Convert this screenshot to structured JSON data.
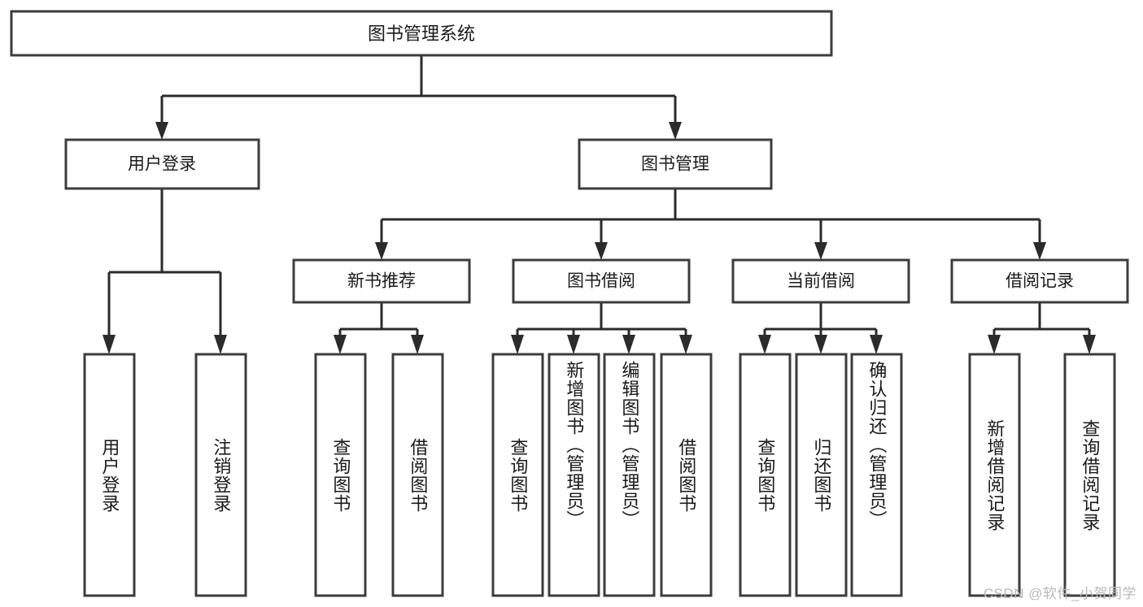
{
  "diagram": {
    "title": "图书管理系统",
    "type": "tree-hierarchy-diagram",
    "root": {
      "id": "root",
      "label": "图书管理系统"
    },
    "level2": [
      {
        "id": "user-login",
        "label": "用户登录"
      },
      {
        "id": "book-management",
        "label": "图书管理"
      }
    ],
    "level3": [
      {
        "id": "new-book-recommend",
        "label": "新书推荐",
        "parent": "book-management"
      },
      {
        "id": "book-borrow",
        "label": "图书借阅",
        "parent": "book-management"
      },
      {
        "id": "current-borrow",
        "label": "当前借阅",
        "parent": "book-management"
      },
      {
        "id": "borrow-record",
        "label": "借阅记录",
        "parent": "book-management"
      }
    ],
    "leaves": [
      {
        "id": "leaf-user-login",
        "label": "用户登录",
        "parent": "user-login"
      },
      {
        "id": "leaf-logout-login",
        "label": "注销登录",
        "parent": "user-login"
      },
      {
        "id": "leaf-query-book-1",
        "label": "查询图书",
        "parent": "new-book-recommend"
      },
      {
        "id": "leaf-borrow-book-1",
        "label": "借阅图书",
        "parent": "new-book-recommend"
      },
      {
        "id": "leaf-query-book-2",
        "label": "查询图书",
        "parent": "book-borrow"
      },
      {
        "id": "leaf-add-book-admin",
        "label": "新增图书（管理员）",
        "parent": "book-borrow"
      },
      {
        "id": "leaf-edit-book-admin",
        "label": "编辑图书（管理员）",
        "parent": "book-borrow"
      },
      {
        "id": "leaf-borrow-book-2",
        "label": "借阅图书",
        "parent": "book-borrow"
      },
      {
        "id": "leaf-query-book-3",
        "label": "查询图书",
        "parent": "current-borrow"
      },
      {
        "id": "leaf-return-book",
        "label": "归还图书",
        "parent": "current-borrow"
      },
      {
        "id": "leaf-confirm-return-admin",
        "label": "确认归还（管理员）",
        "parent": "current-borrow"
      },
      {
        "id": "leaf-add-borrow-record",
        "label": "新增借阅记录",
        "parent": "borrow-record"
      },
      {
        "id": "leaf-query-borrow-record",
        "label": "查询借阅记录",
        "parent": "borrow-record"
      }
    ],
    "colors": {
      "background": "#ffffff",
      "box_fill": "#ffffff",
      "box_stroke": "#3c3c3c",
      "edge": "#2b2b2b",
      "text": "#1a1a1a",
      "watermark": "#b9b9b9"
    }
  },
  "watermark": {
    "text": "CSDN @软件_小贺同学"
  }
}
